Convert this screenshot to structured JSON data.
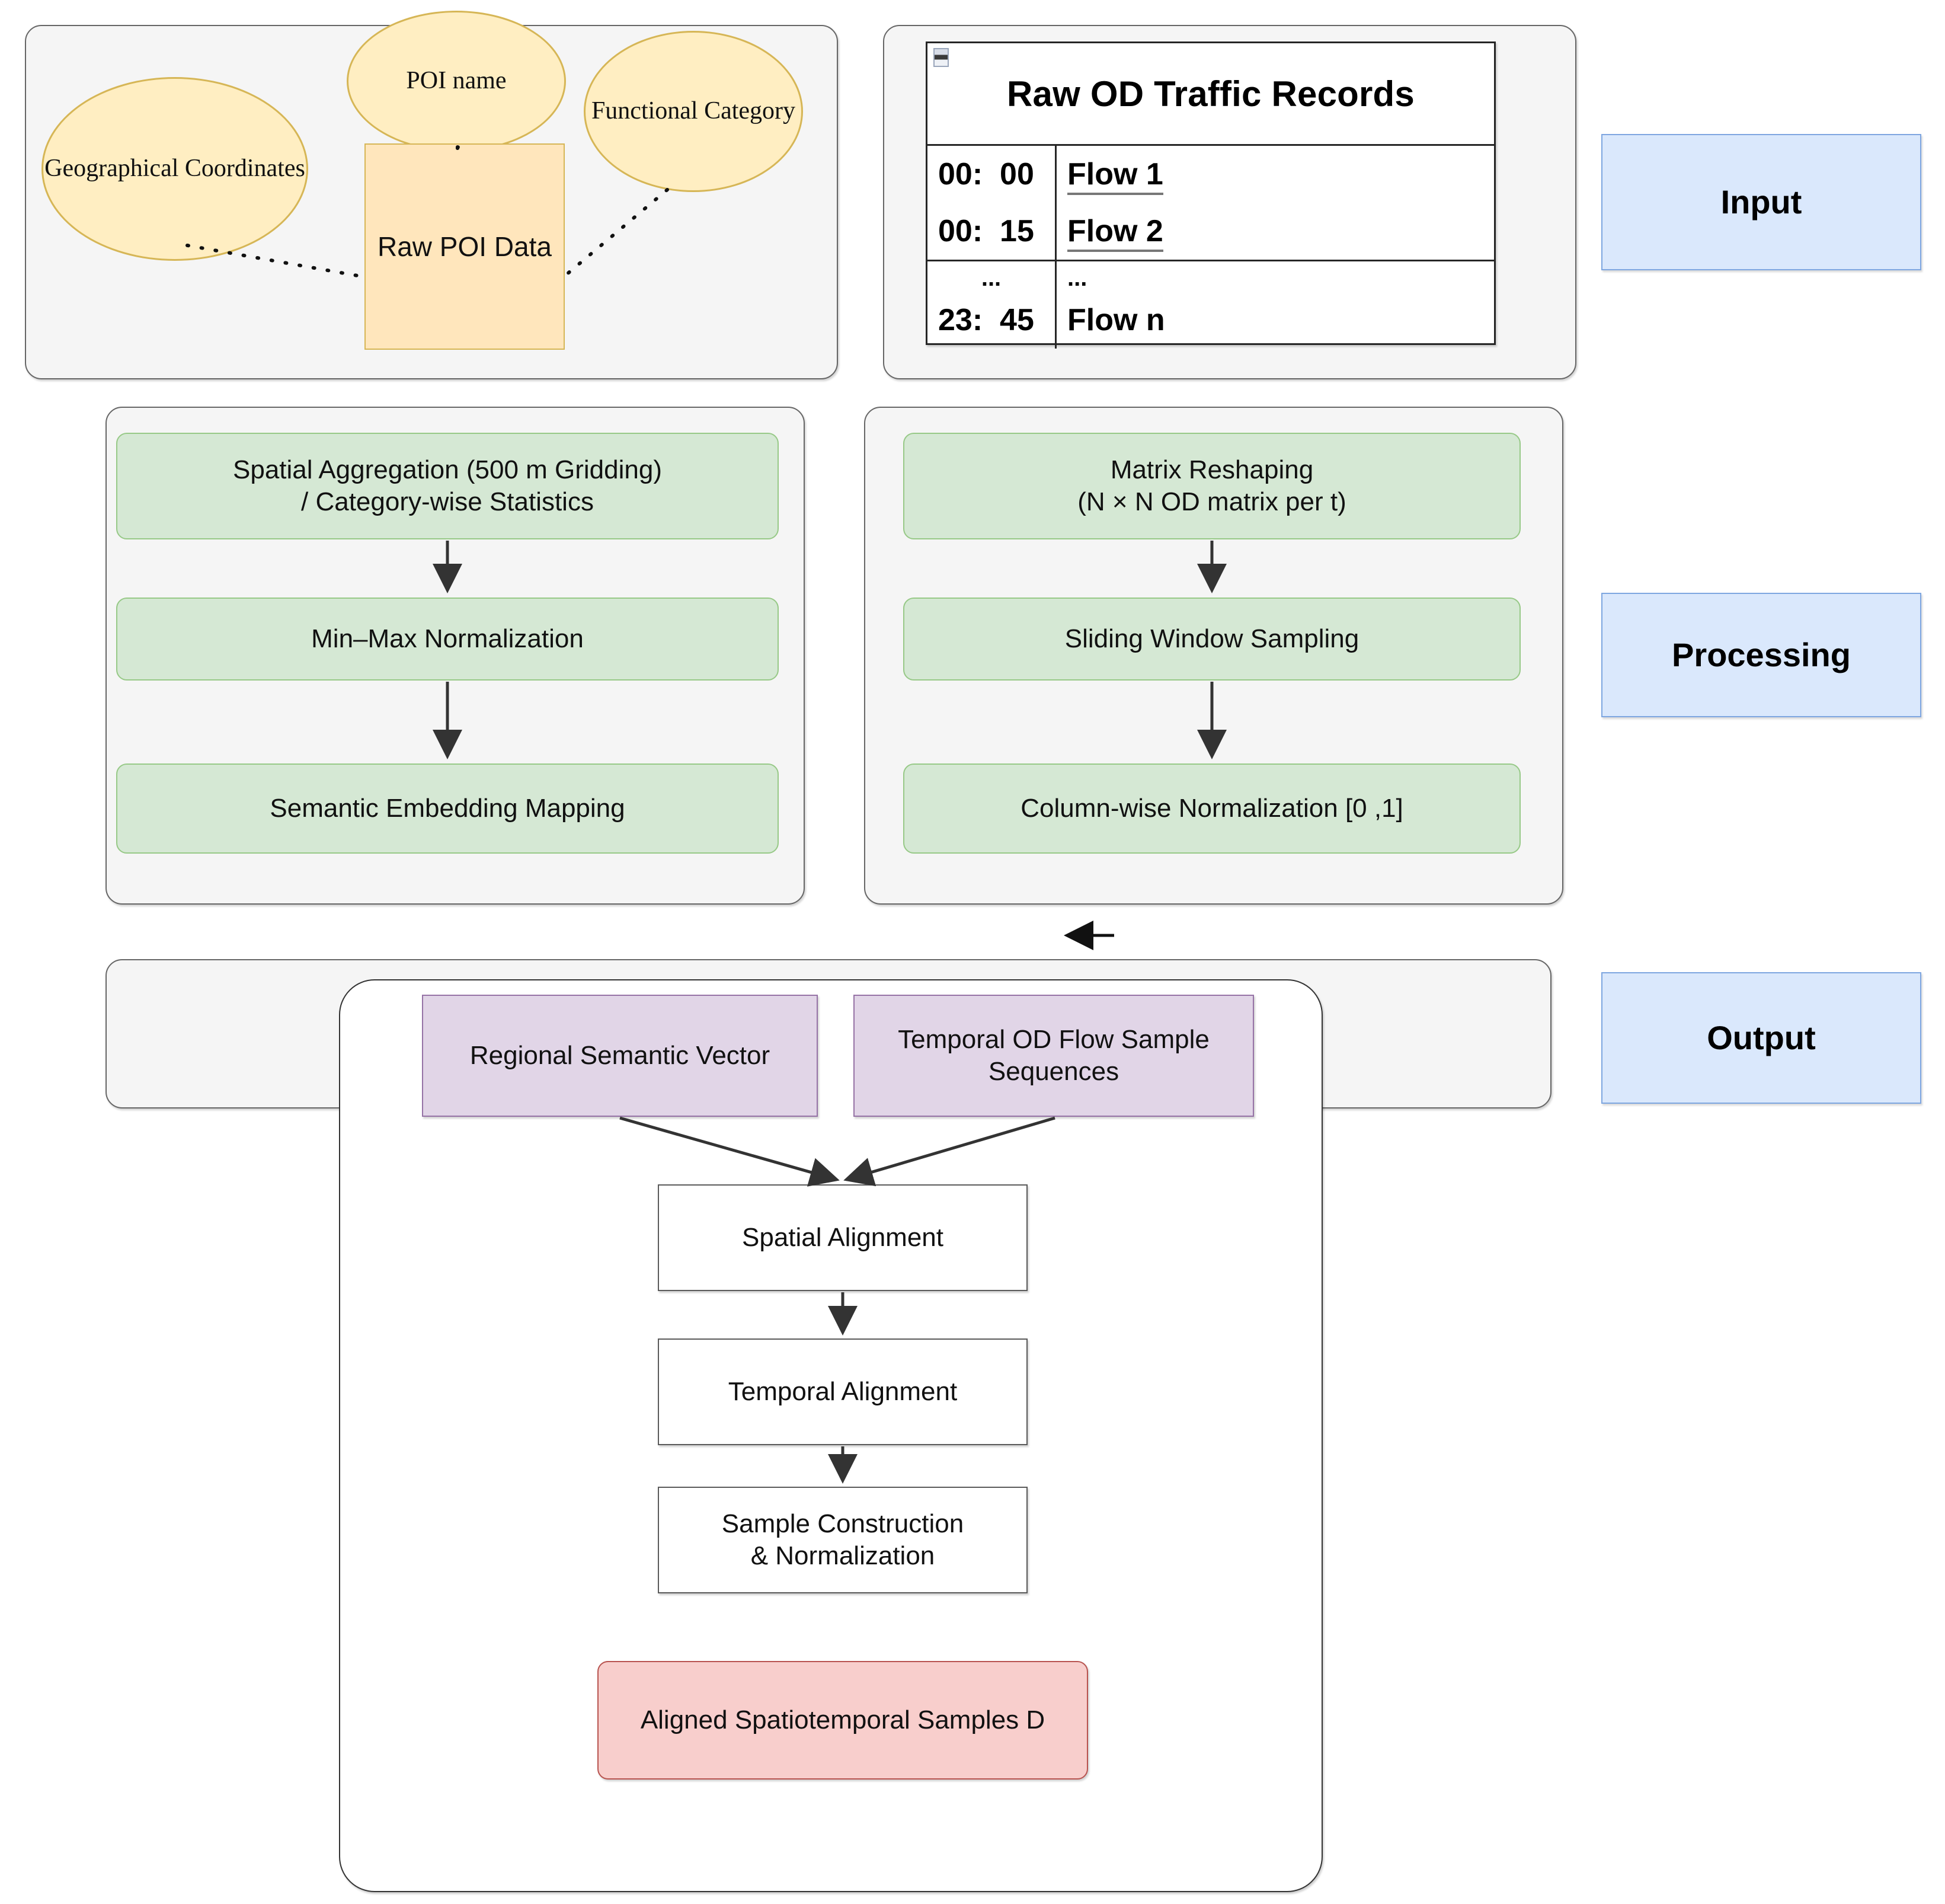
{
  "stage_labels": [
    {
      "text": "Input"
    },
    {
      "text": "Processing"
    },
    {
      "text": "Output"
    }
  ],
  "input": {
    "poi": {
      "attributes": [
        {
          "label": "Geographical Coordinates"
        },
        {
          "label": "POI name"
        },
        {
          "label": "Functional Category"
        }
      ],
      "entity": {
        "label": "Raw POI Data"
      }
    },
    "od_table": {
      "title": "Raw OD Traffic Records",
      "icon": "table-icon",
      "rows": [
        {
          "time": "00:  00",
          "flow": "Flow 1",
          "underline": true
        },
        {
          "time": "00:  15",
          "flow": "Flow 2",
          "underline": true
        },
        {
          "time": "...",
          "flow": "...",
          "underline": false
        },
        {
          "time": "23:  45",
          "flow": "Flow n",
          "underline": false
        }
      ]
    }
  },
  "processing": {
    "left_pipeline": [
      {
        "label": "Spatial Aggregation (500 m Gridding)\n/ Category-wise Statistics"
      },
      {
        "label": "Min–Max Normalization"
      },
      {
        "label": "Semantic Embedding Mapping"
      }
    ],
    "right_pipeline": [
      {
        "label": "Matrix Reshaping\n(N × N OD matrix per t)"
      },
      {
        "label": "Sliding Window Sampling"
      },
      {
        "label": "Column-wise Normalization [0 ,1]"
      }
    ]
  },
  "output": {
    "inputs": [
      {
        "label": "Regional Semantic Vector"
      },
      {
        "label": "Temporal OD Flow Sample Sequences"
      }
    ],
    "steps": [
      {
        "label": "Spatial Alignment"
      },
      {
        "label": "Temporal Alignment"
      },
      {
        "label": "Sample Construction\n& Normalization"
      }
    ],
    "result": {
      "label": "Aligned Spatiotemporal Samples D"
    }
  },
  "colors": {
    "group_fill": "#f5f5f5",
    "green_fill": "#d5e8d4",
    "green_stroke": "#97c987",
    "purple_fill": "#e1d5e7",
    "purple_stroke": "#9673a6",
    "red_fill": "#f8cecc",
    "red_stroke": "#b85450",
    "blue_fill": "#dae8fc",
    "blue_stroke": "#7ea6e0",
    "yellow_fill": "#ffeec2",
    "yellow_stroke": "#d6b656",
    "edge": "#333333"
  }
}
